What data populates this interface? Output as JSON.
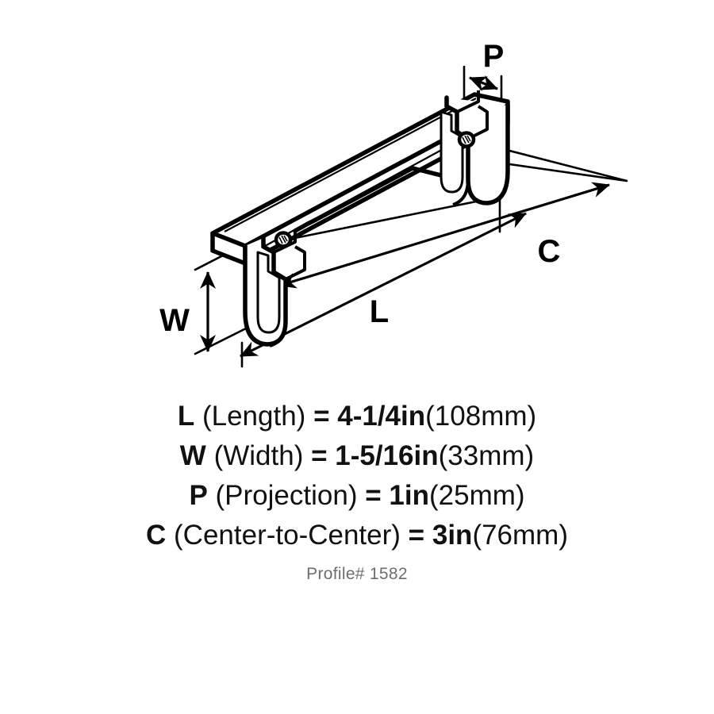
{
  "drawing": {
    "alt_name": "cabinet-pull-handle-isometric-line-drawing",
    "dimension_labels": {
      "projection": "P",
      "width": "W",
      "length": "L",
      "center_to_center": "C"
    }
  },
  "specs": [
    {
      "key": "L",
      "name": "(Length)",
      "eq": "=",
      "imperial": "4-1/4in",
      "metric": "(108mm)"
    },
    {
      "key": "W",
      "name": "(Width)",
      "eq": "=",
      "imperial": "1-5/16in",
      "metric": "(33mm)"
    },
    {
      "key": "P",
      "name": "(Projection)",
      "eq": "=",
      "imperial": "1in",
      "metric": "(25mm)"
    },
    {
      "key": "C",
      "name": "(Center-to-Center)",
      "eq": "=",
      "imperial": "3in",
      "metric": "(76mm)"
    }
  ],
  "profile": {
    "text": "Profile# 1582"
  },
  "colors": {
    "ink": "#111111",
    "line": "#000000",
    "muted": "#6e6e6e",
    "background": "#ffffff"
  }
}
